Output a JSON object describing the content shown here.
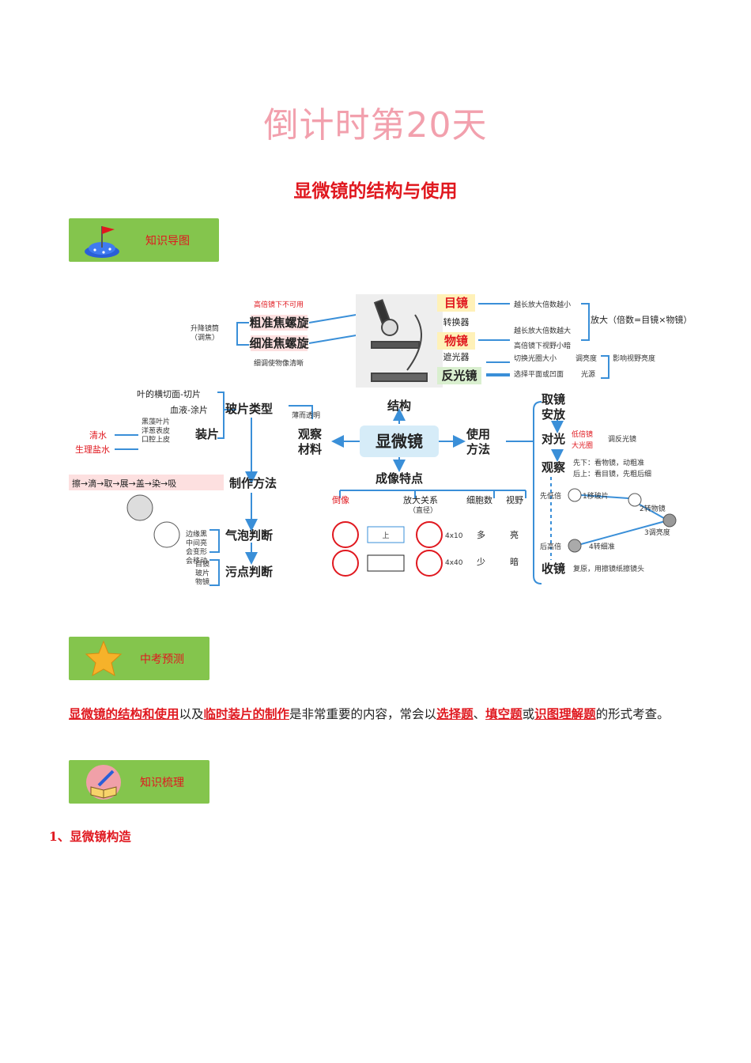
{
  "countdown_title": "倒计时第20天",
  "main_title": "显微镜的结构与使用",
  "sections": {
    "map_label": "知识导图",
    "forecast_label": "中考预测",
    "review_label": "知识梳理"
  },
  "paragraph": {
    "p1": "显微镜的结构和使用",
    "p2": "以及",
    "p3": "临时装片的制作",
    "p4": "是非常重要的内容，常会以",
    "p5": "选择题",
    "p6": "、",
    "p7": "填空题",
    "p8": "或",
    "p9": "识图理解题",
    "p10": "的形式考查。"
  },
  "heading1": "1、显微镜构造",
  "mindmap": {
    "center": "显微镜",
    "structure": "结构",
    "usage": "使用\n方法",
    "material": "观察\n材料",
    "imaging": "成像特点",
    "eyepiece": "目镜",
    "converter": "转换器",
    "objective": "物镜",
    "diaphragm": "遮光器",
    "mirror": "反光镜",
    "coarse": "粗准焦螺旋",
    "fine": "细准焦螺旋",
    "high_power_note": "高倍镜下不可用",
    "lift_note": "升降镜筒\n（调焦）",
    "clear_note": "细调使物像清晰",
    "eye_note": "越长放大倍数越小",
    "obj_note": "越长放大倍数越大",
    "magnify": "放大（倍数=目镜×物镜）",
    "high_view": "高倍镜下视野小暗",
    "switch_aperture": "切换光圈大小",
    "adjust_bright": "调亮度",
    "mirror_note": "选择平面或凹面",
    "light": "光源",
    "affect": "影响视野亮度",
    "slide_type": "玻片类型",
    "section_slice": "叶的横切面-切片",
    "smear": "血液-涂片",
    "mount": "装片",
    "mount_items": "黑藻叶片\n洋葱表皮\n口腔上皮",
    "water": "清水",
    "saline": "生理盐水",
    "thin": "薄而透明",
    "steps": "擦→滴→取→展→盖→染→吸",
    "make": "制作方法",
    "bubble": "气泡判断",
    "bubble_note": "边缘黑\n中间亮\n会变形\n会移动",
    "dirt": "污点判断",
    "dirt_items": "目镜\n玻片\n物镜",
    "invert": "倒像",
    "magrel": "放大关系",
    "magrel_note": "（直径）",
    "cellcount": "细胞数",
    "view": "视野",
    "m10": "4x10",
    "m40": "4x40",
    "many": "多",
    "bright": "亮",
    "few": "少",
    "dark": "暗",
    "up": "上",
    "take": "取镜\n安放",
    "align": "对光",
    "low": "低倍镜",
    "big": "大光圈",
    "adjust_mirror": "调反光镜",
    "observe": "观察",
    "obs1": "先下：看物镜，动粗准",
    "obs2": "后上：看目镜，先粗后细",
    "first_low": "先低倍",
    "move_slide": "1移玻片",
    "turn_obj": "2转物镜",
    "adjust_light": "3调亮度",
    "fine_adj": "4转细准",
    "then_high": "后高倍",
    "store": "收镜",
    "store_note": "复原，用擦镜纸擦镜头"
  }
}
